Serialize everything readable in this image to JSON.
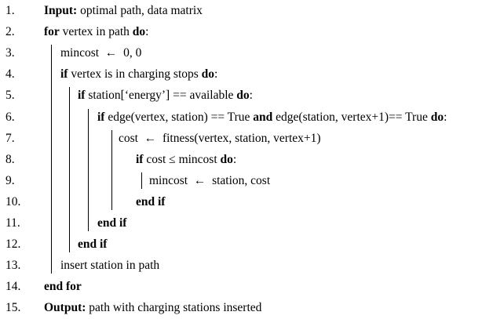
{
  "lines": [
    {
      "num": "1.",
      "indent": 0,
      "parts": [
        {
          "t": "Input:",
          "b": true
        },
        {
          "t": " optimal path, data matrix",
          "b": false
        }
      ]
    },
    {
      "num": "2.",
      "indent": 0,
      "parts": [
        {
          "t": "for",
          "b": true
        },
        {
          "t": " vertex in path ",
          "b": false
        },
        {
          "t": "do",
          "b": true
        },
        {
          "t": ":",
          "b": false
        }
      ]
    },
    {
      "num": "3.",
      "indent": 1,
      "parts": [
        {
          "t": "mincost  ←  0, 0",
          "b": false
        }
      ]
    },
    {
      "num": "4.",
      "indent": 1,
      "parts": [
        {
          "t": "if",
          "b": true
        },
        {
          "t": " vertex is in charging stops ",
          "b": false
        },
        {
          "t": "do",
          "b": true
        },
        {
          "t": ":",
          "b": false
        }
      ]
    },
    {
      "num": "5.",
      "indent": 2,
      "parts": [
        {
          "t": "if",
          "b": true
        },
        {
          "t": " station[‘energy’] == available ",
          "b": false
        },
        {
          "t": "do",
          "b": true
        },
        {
          "t": ":",
          "b": false
        }
      ]
    },
    {
      "num": "6.",
      "indent": 3,
      "parts": [
        {
          "t": "if",
          "b": true
        },
        {
          "t": " edge(vertex, station) == True ",
          "b": false
        },
        {
          "t": "and",
          "b": true
        },
        {
          "t": " edge(station, vertex+1)== True ",
          "b": false
        },
        {
          "t": "do",
          "b": true
        },
        {
          "t": ":",
          "b": false
        }
      ]
    },
    {
      "num": "7.",
      "indent": 4,
      "parts": [
        {
          "t": "cost  ←  fitness(vertex, station, vertex+1)",
          "b": false
        }
      ]
    },
    {
      "num": "8.",
      "indent": 5,
      "parts": [
        {
          "t": "if",
          "b": true
        },
        {
          "t": " cost ≤ mincost ",
          "b": false
        },
        {
          "t": "do",
          "b": true
        },
        {
          "t": ":",
          "b": false
        }
      ]
    },
    {
      "num": "9.",
      "indent": 6,
      "parts": [
        {
          "t": "mincost  ←  station, cost",
          "b": false
        }
      ]
    },
    {
      "num": "10.",
      "indent": 5,
      "parts": [
        {
          "t": "end if",
          "b": true
        }
      ]
    },
    {
      "num": "11.",
      "indent": 3,
      "parts": [
        {
          "t": "end if",
          "b": true
        }
      ]
    },
    {
      "num": "12.",
      "indent": 2,
      "parts": [
        {
          "t": "end if",
          "b": true
        }
      ]
    },
    {
      "num": "13.",
      "indent": 1,
      "parts": [
        {
          "t": "insert station in path",
          "b": false
        }
      ]
    },
    {
      "num": "14.",
      "indent": 0,
      "parts": [
        {
          "t": "end for",
          "b": true
        }
      ]
    },
    {
      "num": "15.",
      "indent": 0,
      "parts": [
        {
          "t": "Output:",
          "b": true
        },
        {
          "t": " path with charging stations inserted",
          "b": false
        }
      ]
    }
  ]
}
